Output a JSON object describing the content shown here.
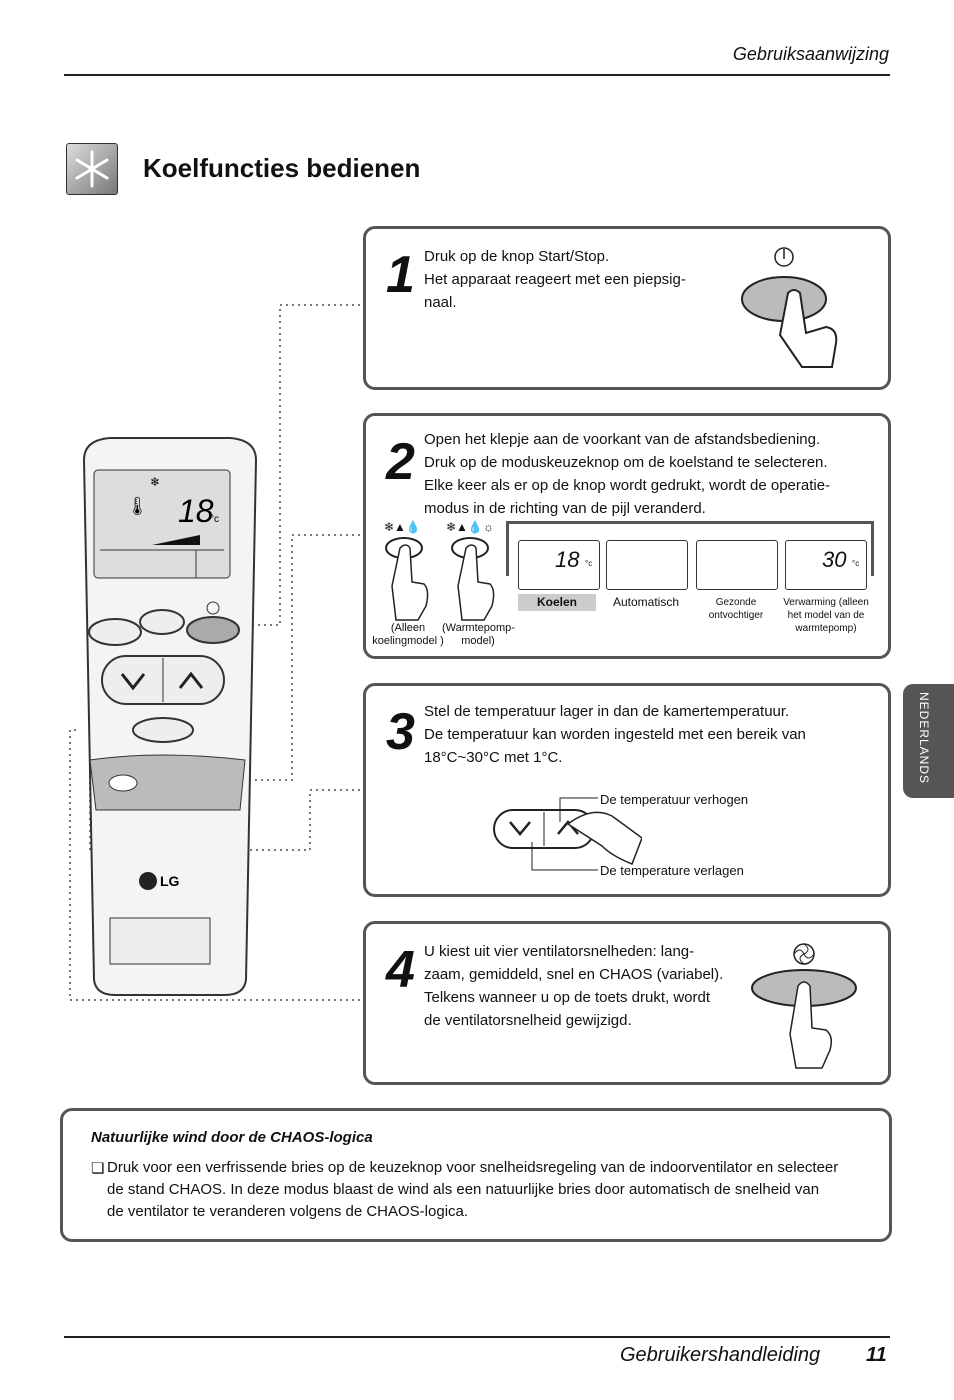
{
  "header": {
    "running_title": "Gebruiksaanwijzing"
  },
  "section": {
    "title": "Koelfuncties bedienen",
    "icon": "snowflake-icon"
  },
  "steps": [
    {
      "number": "1",
      "lines": [
        "Druk op de knop Start/Stop.",
        "Het apparaat reageert met een piepsig-",
        "naal."
      ]
    },
    {
      "number": "2",
      "lines": [
        "Open het klepje aan de voorkant van de afstandsbediening.",
        "Druk op de moduskeuzeknop om de koelstand te selecteren.",
        "Elke keer als er op de knop wordt gedrukt, wordt de operatie-",
        "modus in de richting van de pijl veranderd."
      ],
      "button_labels": [
        "(Alleen koelingmodel )",
        "(Warmtepomp- model)"
      ],
      "modes": [
        "Koelen",
        "Automatisch",
        "Gezonde ontvochtiger",
        "Verwarming (alleen het model van de warmtepomp)"
      ],
      "lcd_temps": [
        "18",
        "30"
      ],
      "unit": "°c"
    },
    {
      "number": "3",
      "lines": [
        "Stel de temperatuur lager in dan de kamertemperatuur.",
        "De temperatuur kan worden ingesteld met een bereik van",
        "18°C~30°C met 1°C."
      ],
      "up_label": "De temperatuur verhogen",
      "down_label": "De temperature verlagen"
    },
    {
      "number": "4",
      "lines": [
        "U kiest uit vier ventilatorsnelheden: lang-",
        "zaam, gemiddeld, snel en CHAOS (variabel).",
        "Telkens wanneer u op de toets drukt, wordt",
        "de ventilatorsnelheid gewijzigd."
      ]
    }
  ],
  "remote": {
    "display_temp": "18",
    "unit": "°c",
    "brand": "LG"
  },
  "side_tab": "NEDERLANDS",
  "note": {
    "title": "Natuurlijke wind door de CHAOS-logica",
    "bullet": "❏",
    "lines": [
      "Druk voor een verfrissende bries op de keuzeknop voor snelheidsregeling van de indoorventilator en selecteer",
      "de stand CHAOS. In deze modus blaast de wind als een natuurlijke bries door automatisch de snelheid van",
      "de ventilator te veranderen volgens de CHAOS-logica."
    ]
  },
  "footer": {
    "label": "Gebruikershandleiding",
    "page": "11"
  }
}
